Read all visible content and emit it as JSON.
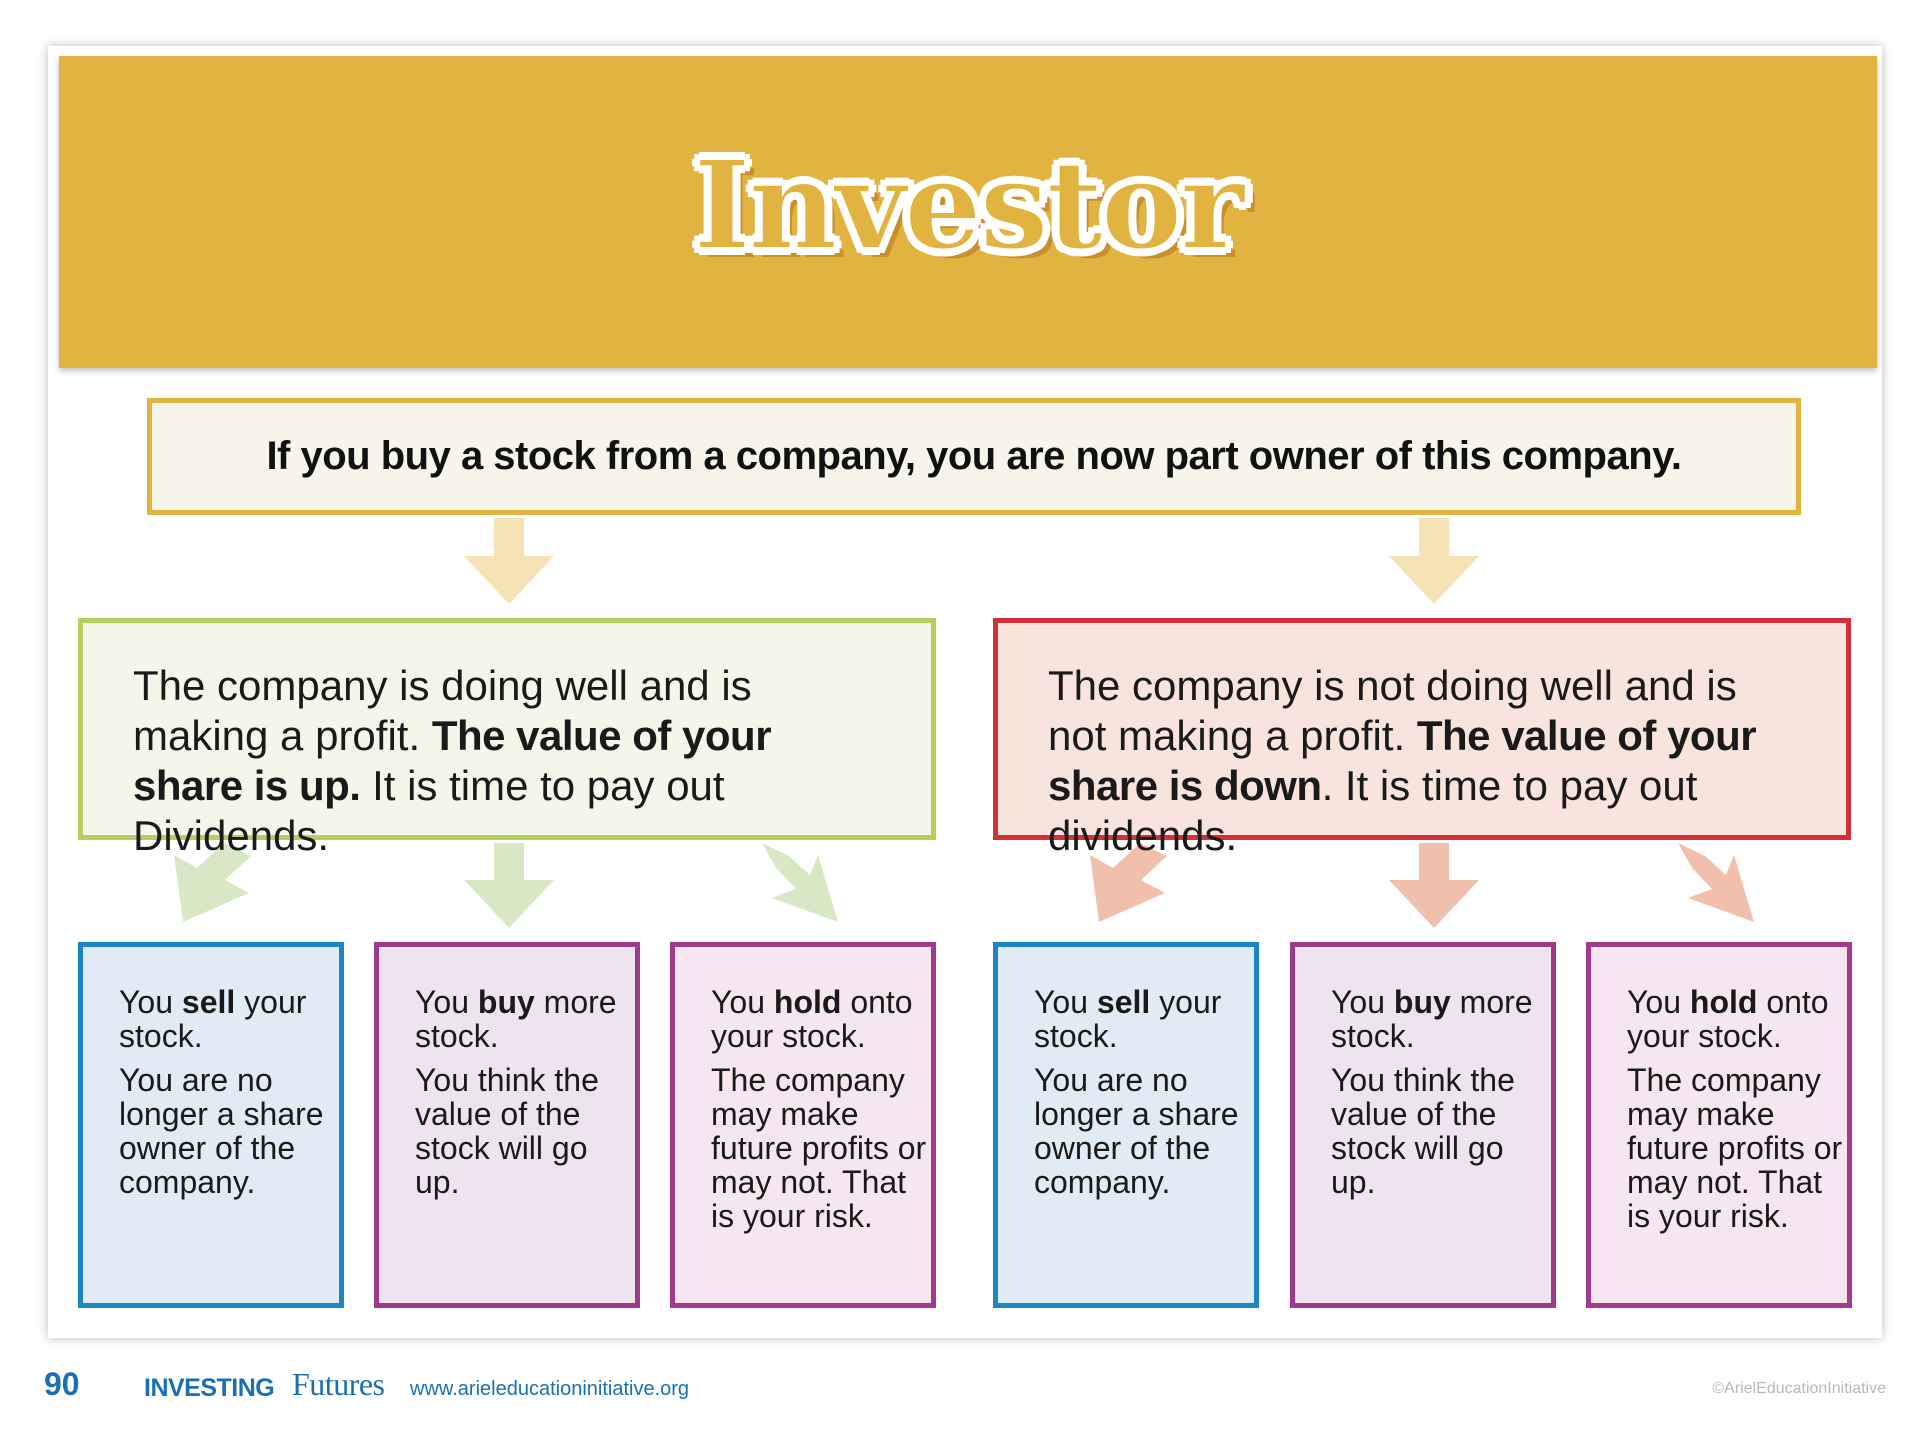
{
  "title": "Investor",
  "intro": "If you buy a stock from a company, you are now part owner of this company.",
  "conditions": [
    {
      "text_before": "The company is doing well and is making a profit. ",
      "bold": "The value of your share is up.",
      "text_after": " It is time to pay out Dividends."
    },
    {
      "text_before": "The company is not doing well and is not making a profit. ",
      "bold": "The value of your share is down",
      "text_after": ". It is time to pay out dividends."
    }
  ],
  "options_left": [
    {
      "pre": "You ",
      "bold": "sell",
      "post": " your stock.",
      "detail": "You are no longer a share owner of the company."
    },
    {
      "pre": "You ",
      "bold": "buy",
      "post": " more stock.",
      "detail": "You think the value of the stock will go up."
    },
    {
      "pre": "You ",
      "bold": "hold",
      "post": " onto your stock.",
      "detail": "The company may make future profits or may not. That is your risk."
    }
  ],
  "options_right": [
    {
      "pre": "You ",
      "bold": "sell",
      "post": " your stock.",
      "detail": "You are no longer a share owner of the company."
    },
    {
      "pre": "You ",
      "bold": "buy",
      "post": " more stock.",
      "detail": "You think the value of the stock will go up."
    },
    {
      "pre": "You ",
      "bold": "hold",
      "post": " onto your stock.",
      "detail": "The company may make future profits or may not. That is your risk."
    }
  ],
  "footer": {
    "page_number": "90",
    "section": "INVESTING",
    "brand": "Futures",
    "url": "www.arieleducationinitiative.org",
    "copyright": "©ArielEducationInitiative"
  },
  "colors": {
    "banner": "#e1b442",
    "good_border": "#b5cf5e",
    "bad_border": "#d42f3b",
    "arrow_yellow": "#f5e3b5",
    "arrow_green": "#d9e8c4",
    "arrow_salmon": "#f1c0ac",
    "blue": "#1a86c4",
    "purple": "#9e3a8c"
  }
}
